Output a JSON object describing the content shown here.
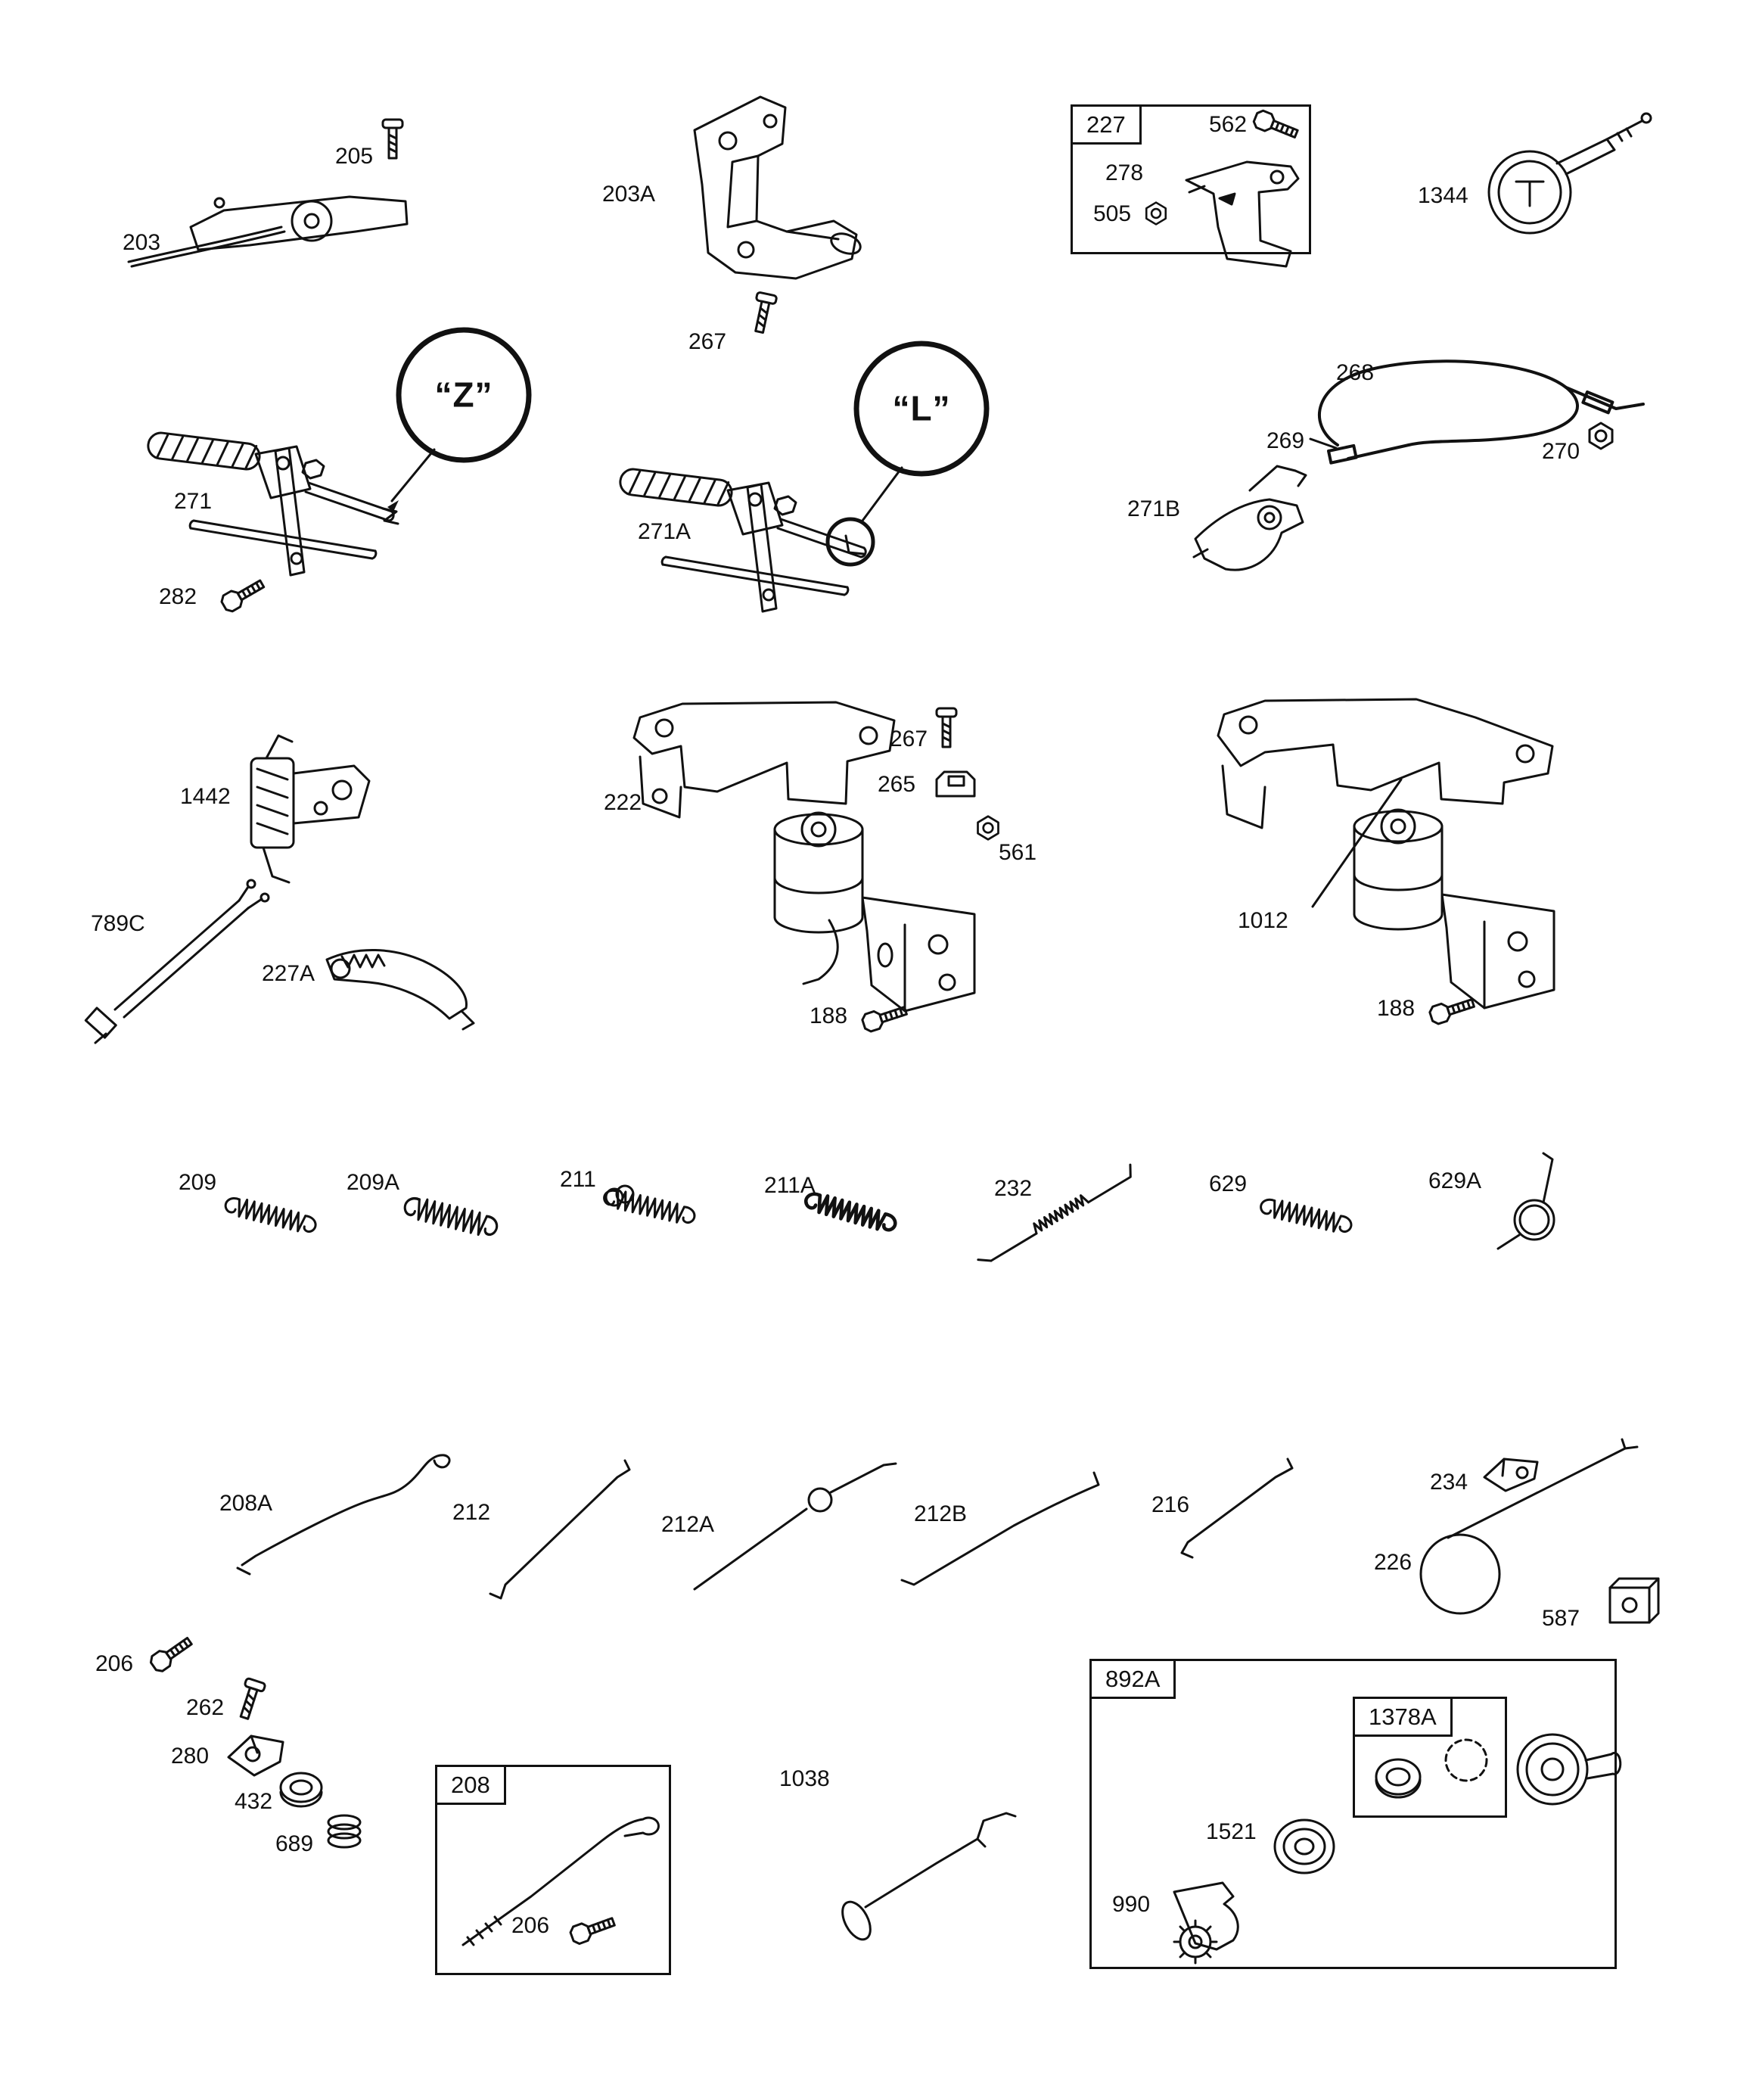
{
  "diagram": {
    "background": "#ffffff",
    "line_color": "#111111",
    "labels": {
      "p205": "205",
      "p203": "203",
      "p203A": "203A",
      "p267_top": "267",
      "box227": "227",
      "p562": "562",
      "p278": "278",
      "p505": "505",
      "p1344": "1344",
      "zmark": "“Z”",
      "p271": "271",
      "p282": "282",
      "lmark": "“L”",
      "p271A": "271A",
      "p268": "268",
      "p269": "269",
      "p270": "270",
      "p271B": "271B",
      "p1442": "1442",
      "p789C": "789C",
      "p227A": "227A",
      "p222": "222",
      "p267_mid": "267",
      "p265": "265",
      "p561": "561",
      "p188_left": "188",
      "p1012": "1012",
      "p188_right": "188",
      "p209": "209",
      "p209A": "209A",
      "p211": "211",
      "p211A": "211A",
      "p232": "232",
      "p629": "629",
      "p629A": "629A",
      "p208A": "208A",
      "p212": "212",
      "p212A": "212A",
      "p212B": "212B",
      "p216": "216",
      "p234": "234",
      "p226": "226",
      "p587": "587",
      "p206_a": "206",
      "p262": "262",
      "p280": "280",
      "p432": "432",
      "p689": "689",
      "box208": "208",
      "p206_b": "206",
      "p1038": "1038",
      "box892A": "892A",
      "box1378A": "1378A",
      "p1521": "1521",
      "p990": "990"
    }
  }
}
